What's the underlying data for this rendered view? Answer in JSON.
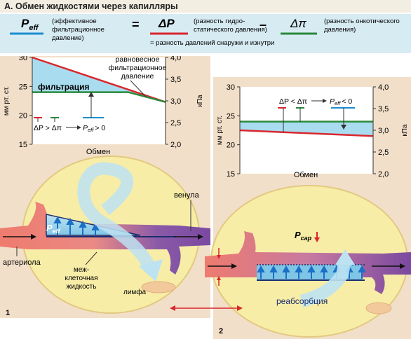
{
  "title": "А. Обмен жидкостями через капилляры",
  "formula": {
    "peff_label": "P",
    "peff_sub": "eff",
    "peff_desc_1": "(эффективное",
    "peff_desc_2": "фильтрационное",
    "peff_desc_3": "давление)",
    "equals": "=",
    "dp_label": "ΔP",
    "dp_desc_1": "(разность гидро-",
    "dp_desc_2": "статического давления)",
    "minus": "–",
    "dpi_label": "Δπ",
    "dpi_desc_1": "(разность онкотического",
    "dpi_desc_2": "давления)",
    "note": "= разность давлений снаружи и изнутри"
  },
  "panel1": {
    "number": "1",
    "label_arteriole": "артериола",
    "label_venule": "венула",
    "label_interstitial_1": "меж-",
    "label_interstitial_2": "клеточная",
    "label_interstitial_3": "жидкость",
    "label_lymph": "лимфа",
    "peff_label": "P",
    "peff_sub": "eff"
  },
  "panel2": {
    "number": "2",
    "label_reabsorption": "реабсорбция",
    "pcap_label": "P",
    "pcap_sub": "cap"
  },
  "chart_data": [
    {
      "type": "line",
      "xlabel": "Обмен",
      "ylabel_left": "мм рт. ст.",
      "ylabel_right": "кПа",
      "yticks_left": [
        "30",
        "25",
        "20",
        "15"
      ],
      "yticks_right": [
        "4,0",
        "3,5",
        "3,0",
        "2,5",
        "2,0"
      ],
      "ylim": [
        15,
        30
      ],
      "series": [
        {
          "role": "hydrostatic",
          "color": "#d9272e",
          "x": [
            0,
            1
          ],
          "y": [
            30,
            22.3
          ]
        },
        {
          "role": "oncotic",
          "color": "#2a8a3a",
          "x": [
            0,
            0.72,
            1
          ],
          "y": [
            24,
            24,
            22.3
          ]
        }
      ],
      "annotation_top": [
        "равновесное",
        "фильтрационное",
        "давление"
      ],
      "area_label": "фильтрация",
      "condition": {
        "left": "ΔP > Δπ",
        "right_p": "P",
        "right_sub": "eff",
        "right_rel": "> 0"
      }
    },
    {
      "type": "line",
      "xlabel": "Обмен",
      "ylabel_left": "мм рт. ст.",
      "ylabel_right": "кПа",
      "yticks_left": [
        "30",
        "25",
        "20",
        "15"
      ],
      "yticks_right": [
        "4,0",
        "3,5",
        "3,0",
        "2,5",
        "2,0"
      ],
      "ylim": [
        15,
        30
      ],
      "series": [
        {
          "role": "hydrostatic",
          "color": "#d9272e",
          "x": [
            0,
            1
          ],
          "y": [
            22.5,
            21.5
          ]
        },
        {
          "role": "oncotic",
          "color": "#2a8a3a",
          "x": [
            0,
            1
          ],
          "y": [
            24,
            24
          ]
        }
      ],
      "condition": {
        "left": "ΔP < Δπ",
        "right_p": "P",
        "right_sub": "eff",
        "right_rel": "< 0"
      }
    }
  ]
}
